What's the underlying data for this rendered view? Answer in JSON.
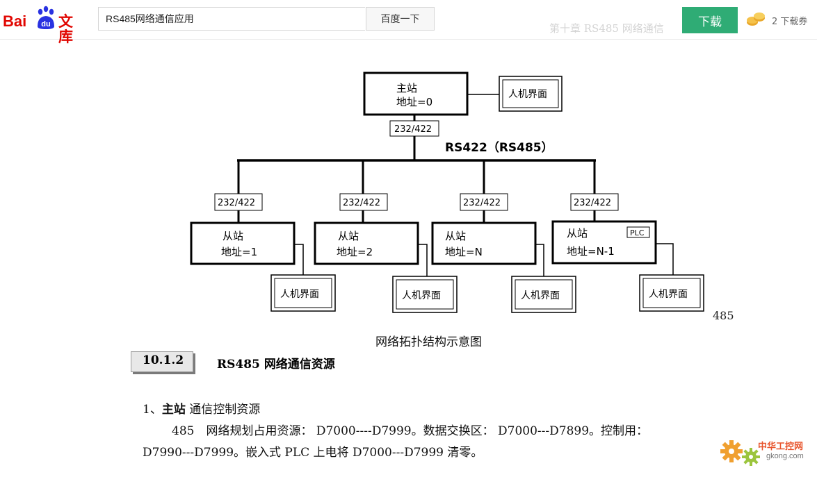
{
  "header": {
    "logo_bai": "Bai",
    "logo_du": "du",
    "logo_wenku": "文库",
    "search_value": "RS485网络通信应用",
    "search_button": "百度一下",
    "ghost_header": "第十章 RS485 网络通信",
    "download_button": "下载",
    "coupon_text": "2 下载券"
  },
  "diagram": {
    "master": {
      "line1": "主站",
      "line2": "地址=0"
    },
    "hmi_label": "人机界面",
    "converter_label": "232/422",
    "bus_label": "RS422（RS485）",
    "plc_tag": "PLC",
    "slaves": [
      {
        "line1": "从站",
        "line2": "地址=1"
      },
      {
        "line1": "从站",
        "line2": "地址=2"
      },
      {
        "line1": "从站",
        "line2": "地址=N"
      },
      {
        "line1": "从站",
        "line2": "地址=N-1"
      }
    ]
  },
  "document": {
    "page_number": "485",
    "caption": "网络拓扑结构示意图",
    "section_number": "10.1.2",
    "section_title_prefix": "RS485",
    "section_title": "网络通信资源",
    "item_number": "1、",
    "item_title": "主站",
    "item_subtitle": "通信控制资源",
    "para_line1": "485　网络规划占用资源：  D7000----D7999。数据交换区：  D7000---D7899。控制用：",
    "para_line2": "D7990---D7999。嵌入式 PLC 上电将 D7000---D7999 清零。"
  },
  "watermark": {
    "line1": "中华工控网",
    "line2": "gkong.com"
  },
  "colors": {
    "brand_red": "#e10601",
    "brand_blue": "#2932e1",
    "download_green": "#2fac75"
  }
}
